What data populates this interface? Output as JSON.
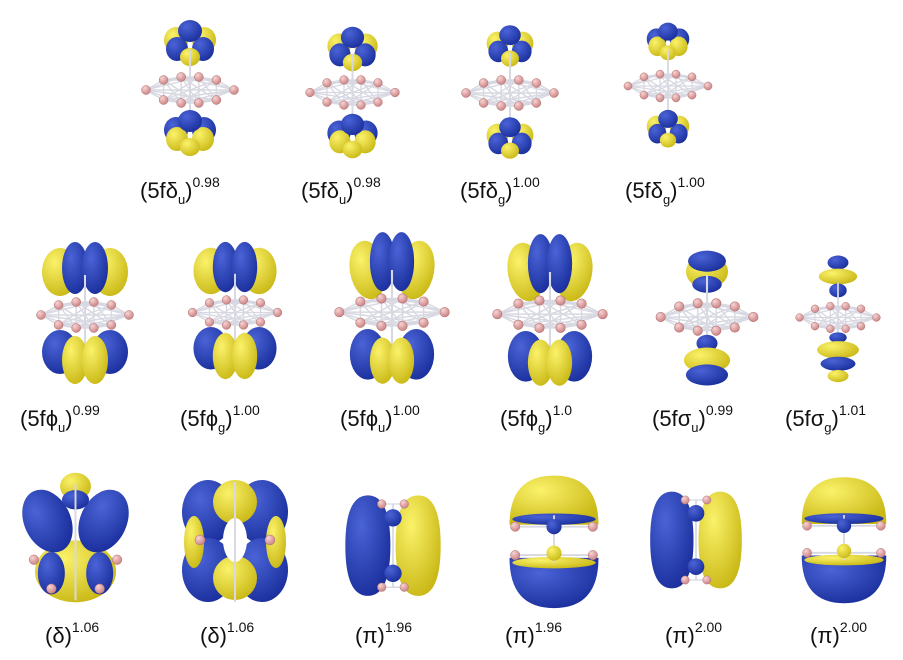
{
  "colors": {
    "lobe_blue": "#1a2f9c",
    "lobe_yellow": "#e7dc22",
    "atom": "#e8a6a6",
    "bond": "#d8d8e2",
    "center": "#3a6fd0"
  },
  "orbitals": [
    {
      "prefix": "(5f",
      "greek": "δ",
      "sub": "u",
      "exp": "0.98",
      "kind": "delta_stacked"
    },
    {
      "prefix": "(5f",
      "greek": "δ",
      "sub": "u",
      "exp": "0.98",
      "kind": "delta_stacked_b"
    },
    {
      "prefix": "(5f",
      "greek": "δ",
      "sub": "g",
      "exp": "1.00",
      "kind": "delta_cross"
    },
    {
      "prefix": "(5f",
      "greek": "δ",
      "sub": "g",
      "exp": "1.00",
      "kind": "delta_cross_b"
    },
    {
      "prefix": "(5f",
      "greek": "ϕ",
      "sub": "u",
      "exp": "0.99",
      "kind": "phi"
    },
    {
      "prefix": "(5f",
      "greek": "ϕ",
      "sub": "g",
      "exp": "1.00",
      "kind": "phi"
    },
    {
      "prefix": "(5f",
      "greek": "ϕ",
      "sub": "u",
      "exp": "1.00",
      "kind": "phi_wide"
    },
    {
      "prefix": "(5f",
      "greek": "ϕ",
      "sub": "g",
      "exp": "1.0",
      "kind": "phi_wide"
    },
    {
      "prefix": "(5f",
      "greek": "σ",
      "sub": "u",
      "exp": "0.99",
      "kind": "sigma"
    },
    {
      "prefix": "(5f",
      "greek": "σ",
      "sub": "g",
      "exp": "1.01",
      "kind": "sigma_narrow"
    },
    {
      "prefix": "(",
      "greek": "δ",
      "sub": "",
      "exp": "1.06",
      "kind": "bond_delta"
    },
    {
      "prefix": "(",
      "greek": "δ",
      "sub": "",
      "exp": "1.06",
      "kind": "bond_delta_b"
    },
    {
      "prefix": "(",
      "greek": "π",
      "sub": "",
      "exp": "1.96",
      "kind": "bond_pi_side"
    },
    {
      "prefix": "(",
      "greek": "π",
      "sub": "",
      "exp": "1.96",
      "kind": "bond_pi_top"
    },
    {
      "prefix": "(",
      "greek": "π",
      "sub": "",
      "exp": "2.00",
      "kind": "bond_pi_side"
    },
    {
      "prefix": "(",
      "greek": "π",
      "sub": "",
      "exp": "2.00",
      "kind": "bond_pi_top"
    }
  ]
}
